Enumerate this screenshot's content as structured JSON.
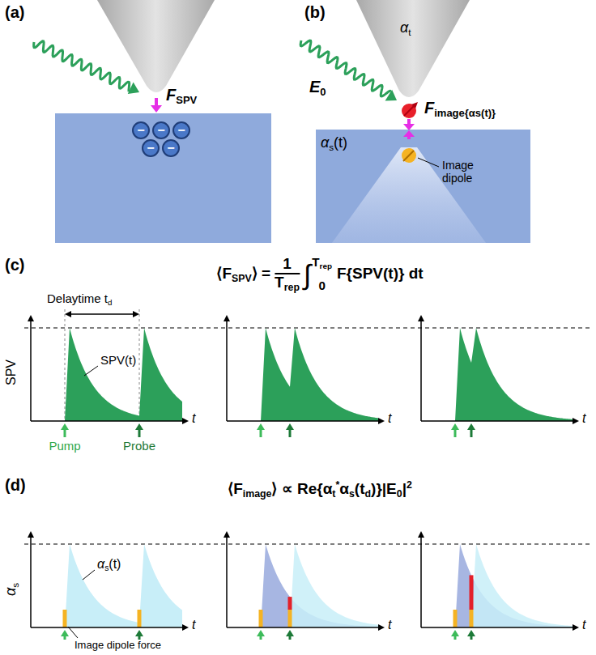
{
  "diagram": {
    "nodes": [
      {
        "text": [
          "−"
        ]
      },
      {
        "text": [
          "−"
        ]
      },
      {
        "text": [
          "−"
        ]
      },
      {
        "text": [
          "−"
        ]
      },
      {
        "text": [
          "−"
        ]
      }
    ],
    "labels": [
      "(a)",
      "F",
      "SPV",
      "(b)",
      "α",
      "t",
      "E",
      "0",
      "F",
      "image",
      "{α",
      "s",
      "(t)}",
      "α",
      "s",
      "(t)",
      "Image dipole",
      "(c)",
      "⟨F",
      "SPV",
      "⟩ =",
      "1",
      "T",
      "rep",
      "∫",
      "T",
      "rep",
      "0",
      "F{SPV(t)} dt",
      "Delaytime t",
      "d",
      "SPV",
      "SPV(t)",
      "Pump",
      "Probe",
      "t",
      "t",
      "t",
      "(d)",
      "⟨F",
      "image",
      "⟩ ∝ Re{α",
      "t",
      "*",
      "α",
      "s",
      "(t",
      "d",
      ")}|E",
      "0",
      "|",
      "2",
      "α",
      "s",
      "α",
      "s",
      "(t)",
      "Image dipole force",
      "t",
      "t",
      "t"
    ]
  }
}
